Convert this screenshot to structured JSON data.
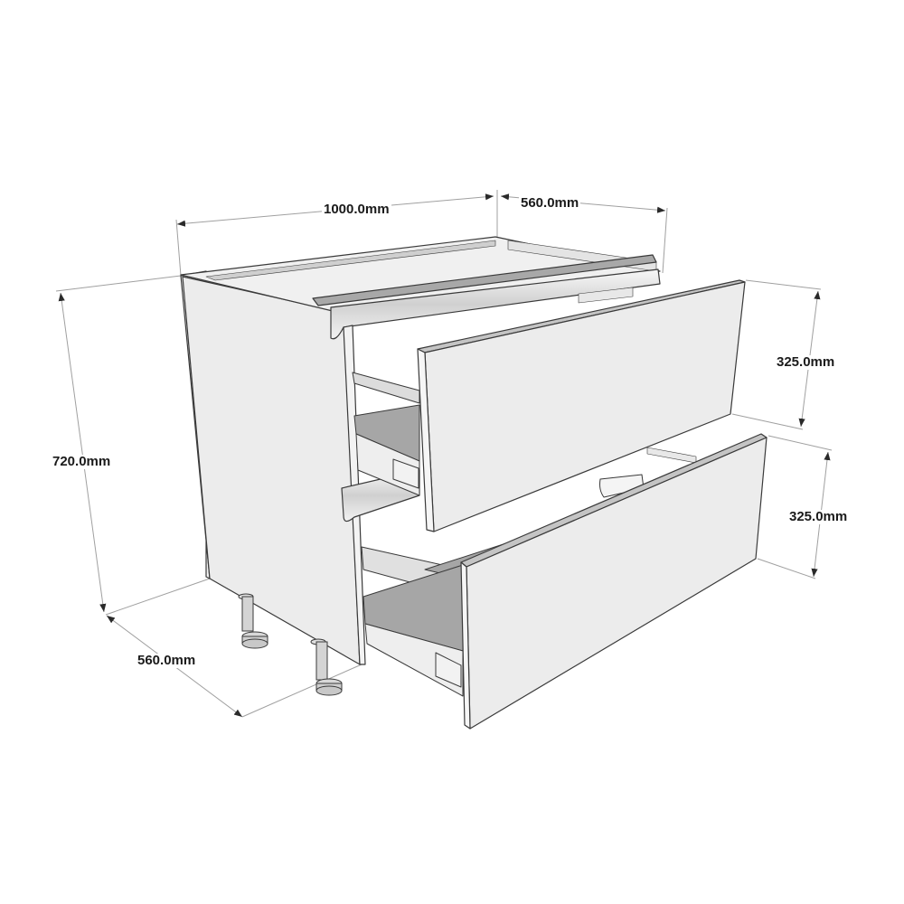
{
  "diagram": {
    "subject": "Base cabinet with 2 drawers (pan drawers), isometric view",
    "colors": {
      "background": "#ffffff",
      "panel_face": "#ececec",
      "panel_edge": "#b8b8b8",
      "shadow": "#a6a6a6",
      "outline": "#3a3a3a",
      "dimension_line": "#9a9a9a",
      "label_text": "#1a1a1a"
    }
  },
  "dimensions": {
    "width": "1000.0mm",
    "depth_top": "560.0mm",
    "height": "720.0mm",
    "drawer_top_height": "325.0mm",
    "drawer_bottom_height": "325.0mm",
    "depth_bottom": "560.0mm"
  }
}
